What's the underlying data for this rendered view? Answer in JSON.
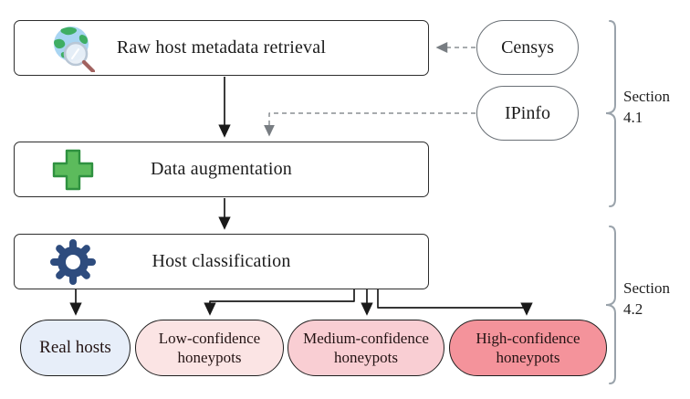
{
  "diagram": {
    "process_nodes": {
      "retrieval": {
        "label": "Raw host metadata retrieval",
        "icon": "globe-magnifier-icon"
      },
      "augmentation": {
        "label": "Data augmentation",
        "icon": "plus-icon"
      },
      "classification": {
        "label": "Host classification",
        "icon": "gear-icon"
      }
    },
    "data_sources": {
      "censys": {
        "label": "Censys"
      },
      "ipinfo": {
        "label": "IPinfo"
      }
    },
    "outcomes": {
      "real": {
        "label": "Real hosts",
        "lines": [
          "Real hosts"
        ],
        "color": "#e7eef9"
      },
      "low": {
        "label": "Low-confidence honeypots",
        "lines": [
          "Low-confidence",
          "honeypots"
        ],
        "color": "#fbe4e4"
      },
      "medium": {
        "label": "Medium-confidence honeypots",
        "lines": [
          "Medium-confidence",
          "honeypots"
        ],
        "color": "#f9ced3"
      },
      "high": {
        "label": "High-confidence honeypots",
        "lines": [
          "High-confidence",
          "honeypots"
        ],
        "color": "#f4939b"
      }
    },
    "sections": {
      "s41": {
        "word": "Section",
        "number": "4.1"
      },
      "s42": {
        "word": "Section",
        "number": "4.2"
      }
    },
    "colors": {
      "box_border": "#2d2d2d",
      "capsule_border": "#6a7076",
      "arrow": "#1a1a1a",
      "dashed_arrow": "#8a8f94",
      "brace": "#9aa3ab",
      "plus_green": "#5cbb5c",
      "gear_navy": "#2e4c7e",
      "globe_blue": "#a9d5f2",
      "globe_green": "#3fae63",
      "magnifier_handle": "#a2625f"
    }
  }
}
